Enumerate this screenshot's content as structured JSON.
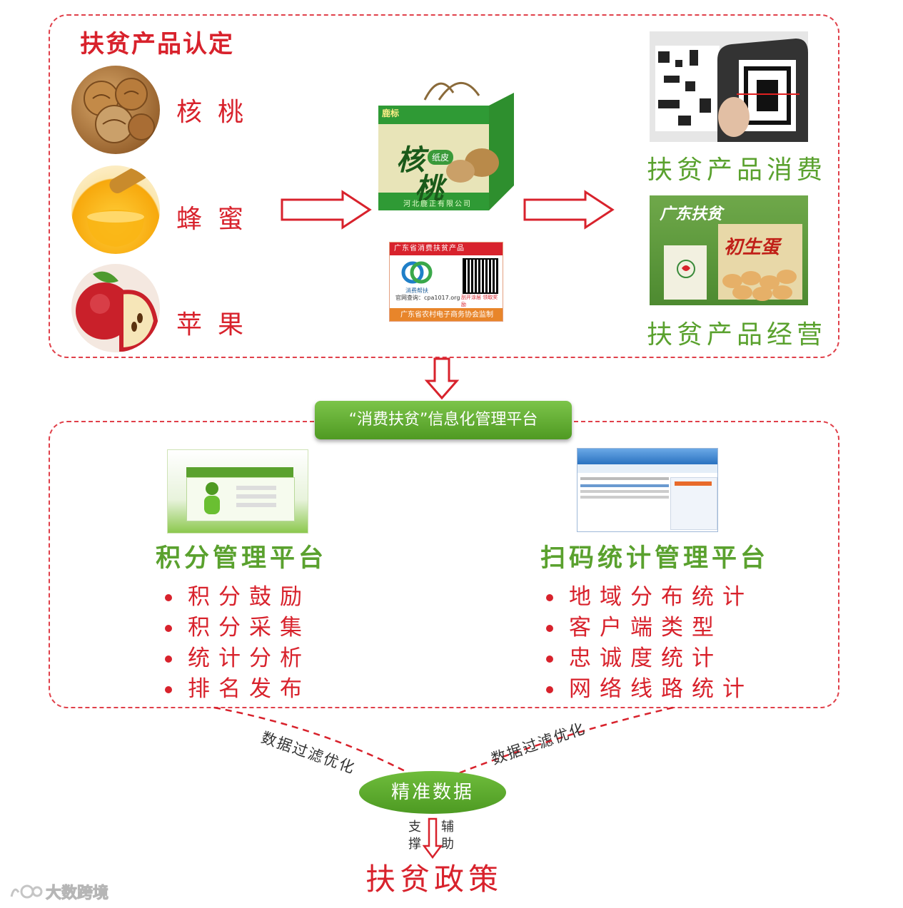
{
  "top_section": {
    "title": "扶贫产品认定",
    "products": [
      "核桃",
      "蜂蜜",
      "苹果"
    ],
    "package": {
      "brand": "鹿标",
      "name_line1": "核",
      "name_line2": "桃",
      "badge": "纸皮",
      "company": "河北鹿正有限公司"
    },
    "label_card": {
      "header": "广东省消费扶贫产品",
      "logo_text": "消费帮扶",
      "website": "官网查询：cpa1017.org",
      "note": "刮开涂层 领取奖励",
      "footer": "广东省农村电子商务协会监制"
    },
    "consumption_label": "扶贫产品消费",
    "operation_label": "扶贫产品经营",
    "store_sign": "广东扶贫",
    "store_product": "初生蛋"
  },
  "platform_banner": "“消费扶贫”信息化管理平台",
  "points_platform": {
    "title": "积分管理平台",
    "items": [
      "积分鼓励",
      "积分采集",
      "统计分析",
      "排名发布"
    ]
  },
  "scan_platform": {
    "title": "扫码统计管理平台",
    "items": [
      "地域分布统计",
      "客户端类型",
      "忠诚度统计",
      "网络线路统计"
    ]
  },
  "filter_left": "数据过滤优化",
  "filter_right": "数据过滤优化",
  "precise_data": "精准数据",
  "support_label": "支撑",
  "assist_label": "辅助",
  "policy": "扶贫政策",
  "watermark": "大数跨境",
  "colors": {
    "red": "#d8222c",
    "green": "#5aa12e"
  }
}
